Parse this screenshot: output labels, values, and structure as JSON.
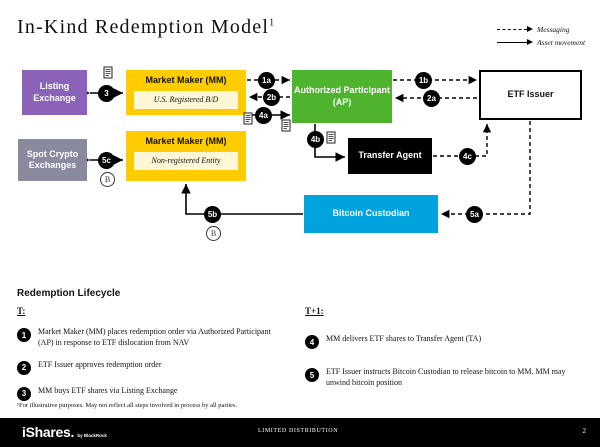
{
  "title": {
    "text": "In-Kind Redemption Model",
    "footnote_marker": "1"
  },
  "legend": {
    "items": [
      {
        "label": "Messaging",
        "style": "dashed",
        "icon": "dashed-arrow-icon"
      },
      {
        "label": "Asset movement",
        "style": "solid",
        "icon": "solid-arrow-icon"
      }
    ]
  },
  "diagram": {
    "nodes": {
      "listing_exchange": {
        "label": "Listing Exchange",
        "color": "#8A63B8"
      },
      "spot_crypto_exchanges": {
        "label": "Spot Crypto Exchanges",
        "color": "#8A8A9E"
      },
      "market_maker_1": {
        "title": "Market Maker (MM)",
        "subtitle": "U.S. Registered B/D",
        "color": "#FFCC00"
      },
      "market_maker_2": {
        "title": "Market Maker (MM)",
        "subtitle": "Non-registered Entity",
        "color": "#FFCC00"
      },
      "authorized_participant": {
        "label": "Authorized Participant (AP)",
        "color": "#4FB42D"
      },
      "etf_issuer": {
        "label": "ETF Issuer",
        "color": "#FFFFFF"
      },
      "transfer_agent": {
        "label": "Transfer Agent",
        "color": "#000000"
      },
      "bitcoin_custodian": {
        "label": "Bitcoin Custodian",
        "color": "#00A3DD"
      }
    },
    "markers": [
      {
        "id": "1a",
        "label": "1a"
      },
      {
        "id": "1b",
        "label": "1b"
      },
      {
        "id": "2a",
        "label": "2a"
      },
      {
        "id": "2b",
        "label": "2b"
      },
      {
        "id": "3",
        "label": "3"
      },
      {
        "id": "4a",
        "label": "4a"
      },
      {
        "id": "4b",
        "label": "4b"
      },
      {
        "id": "4c",
        "label": "4c"
      },
      {
        "id": "5a",
        "label": "5a"
      },
      {
        "id": "5b",
        "label": "5b"
      },
      {
        "id": "5c",
        "label": "5c"
      }
    ],
    "bitcoin_badges": [
      {
        "id": "btc-5c",
        "label": "B"
      },
      {
        "id": "btc-5b",
        "label": "B"
      }
    ]
  },
  "lifecycle": {
    "heading": "Redemption Lifecycle",
    "columns": [
      {
        "label": "T:",
        "steps": [
          {
            "num": "1",
            "text": "Market Maker (MM) places redemption order via Authorized Participant (AP) in response to ETF dislocation from NAV"
          },
          {
            "num": "2",
            "text": "ETF Issuer approves redemption order"
          },
          {
            "num": "3",
            "text": "MM buys ETF shares via Listing Exchange"
          }
        ]
      },
      {
        "label": "T+1:",
        "steps": [
          {
            "num": "4",
            "text": "MM delivers ETF shares to Transfer Agent (TA)"
          },
          {
            "num": "5",
            "text": "ETF Issuer instructs Bitcoin Custodian to release bitcoin to MM. MM may unwind bitcoin position"
          }
        ]
      }
    ]
  },
  "footnote": {
    "text": "¹For illustrative purposes.  May not reflect all steps involved in process by all parties."
  },
  "footer": {
    "brand_main": "iShares",
    "brand_dot": ".",
    "brand_sub": "by BlackRock",
    "center_text": "LIMITED DISTRIBUTION",
    "page_number": "2"
  }
}
